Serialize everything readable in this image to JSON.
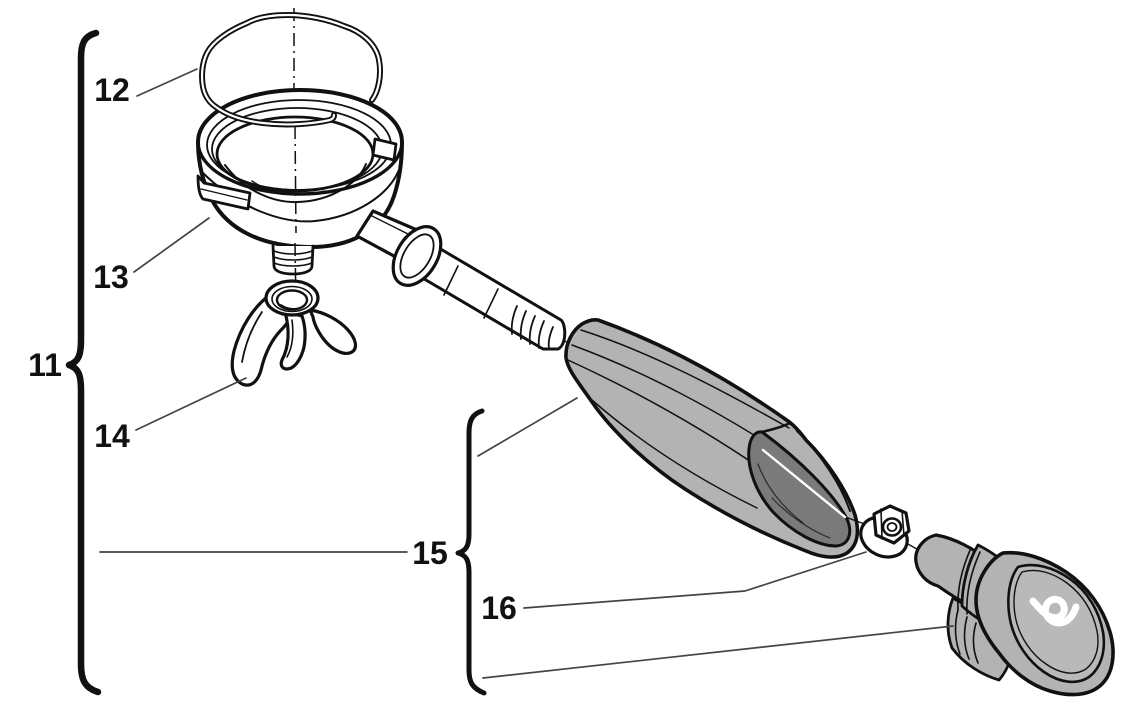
{
  "figure": {
    "kind": "exploded-parts-diagram",
    "background_color": "#ffffff",
    "line_color": "#111111",
    "handle_gray": "#b3b3b3",
    "cavity_gray": "#7a7a7a",
    "logo_color": "#ffffff"
  },
  "callouts": [
    {
      "label": "11",
      "part": "complete-filter-holder-assembly"
    },
    {
      "label": "12",
      "part": "retaining-spring-clip"
    },
    {
      "label": "13",
      "part": "filter-holder-body"
    },
    {
      "label": "14",
      "part": "double-spout"
    },
    {
      "label": "15",
      "part": "handle-grip-assembly"
    },
    {
      "label": "16",
      "part": "flange-nut"
    }
  ]
}
